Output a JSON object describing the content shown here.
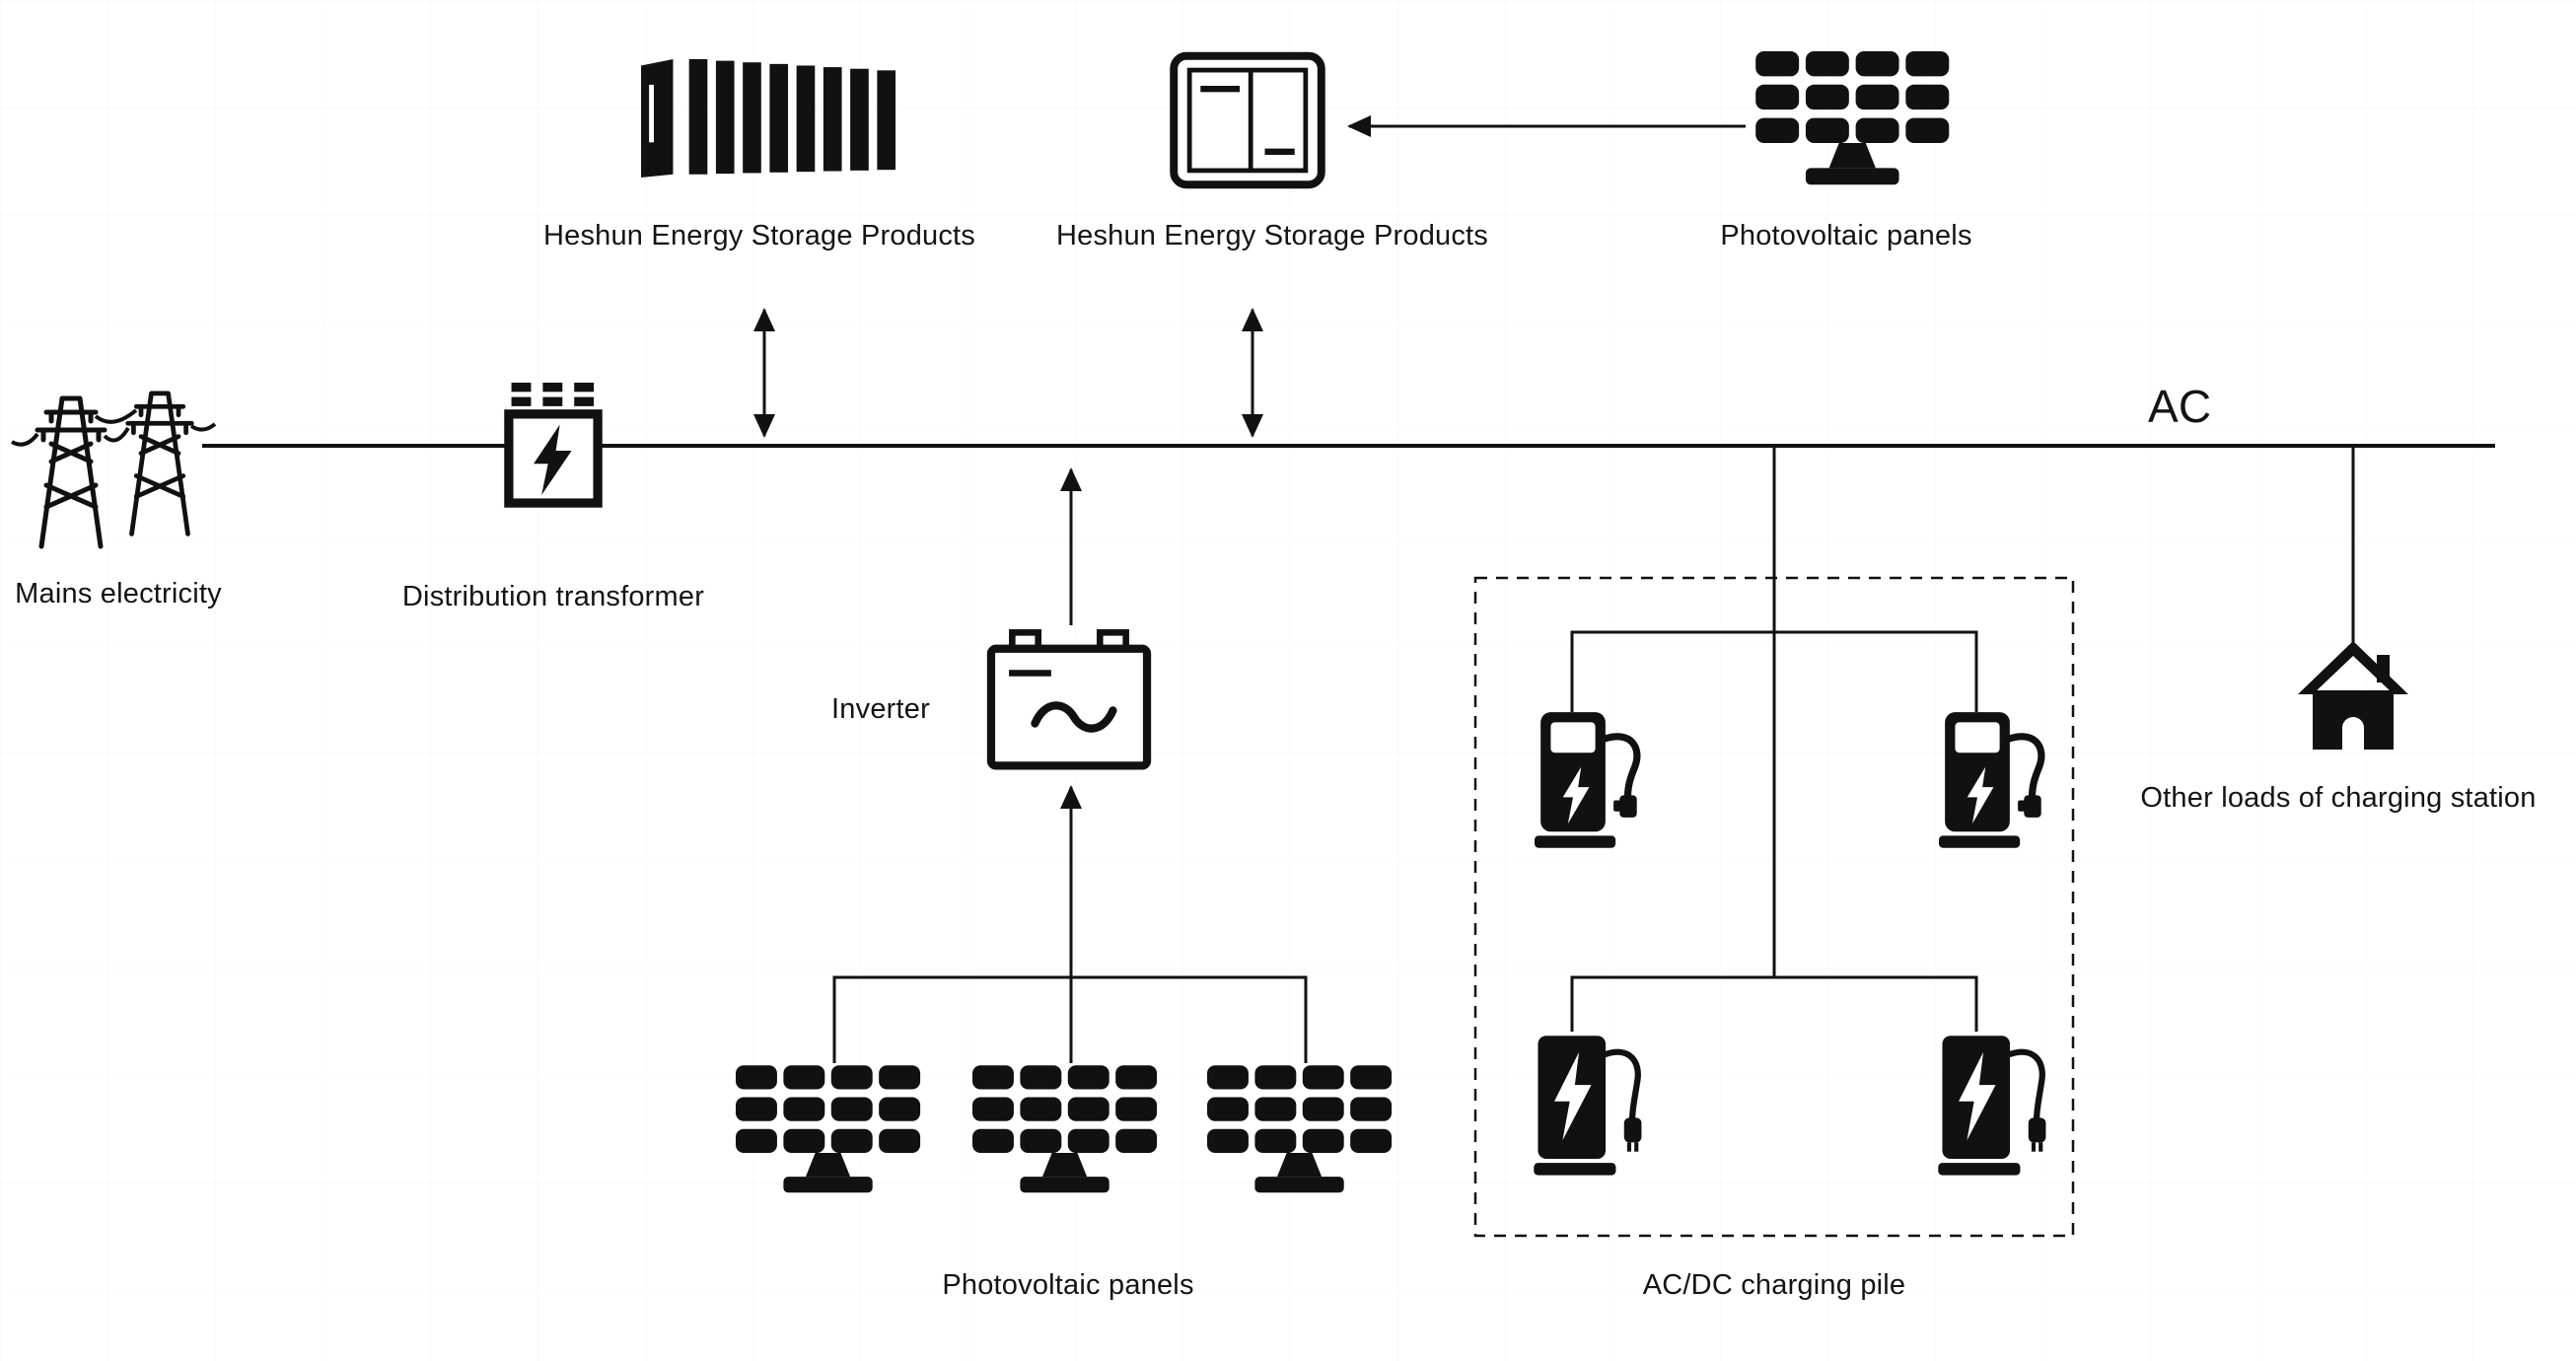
{
  "diagram": {
    "labels": {
      "storage_left": "Heshun Energy Storage Products",
      "storage_mid": "Heshun Energy Storage Products",
      "pv_top": "Photovoltaic panels",
      "mains": "Mains electricity",
      "transformer": "Distribution transformer",
      "ac": "AC",
      "inverter": "Inverter",
      "pv_bottom": "Photovoltaic panels",
      "charging": "AC/DC charging pile",
      "other_loads": "Other loads of charging station"
    },
    "icons": [
      "energy-storage-container-icon",
      "energy-storage-cabinet-icon",
      "photovoltaic-panel-icon",
      "transmission-towers-icon",
      "distribution-transformer-icon",
      "inverter-icon",
      "ac-charger-icon",
      "dc-charger-icon",
      "house-icon"
    ],
    "colors": {
      "ink": "#111111",
      "background": "#ffffff"
    }
  }
}
